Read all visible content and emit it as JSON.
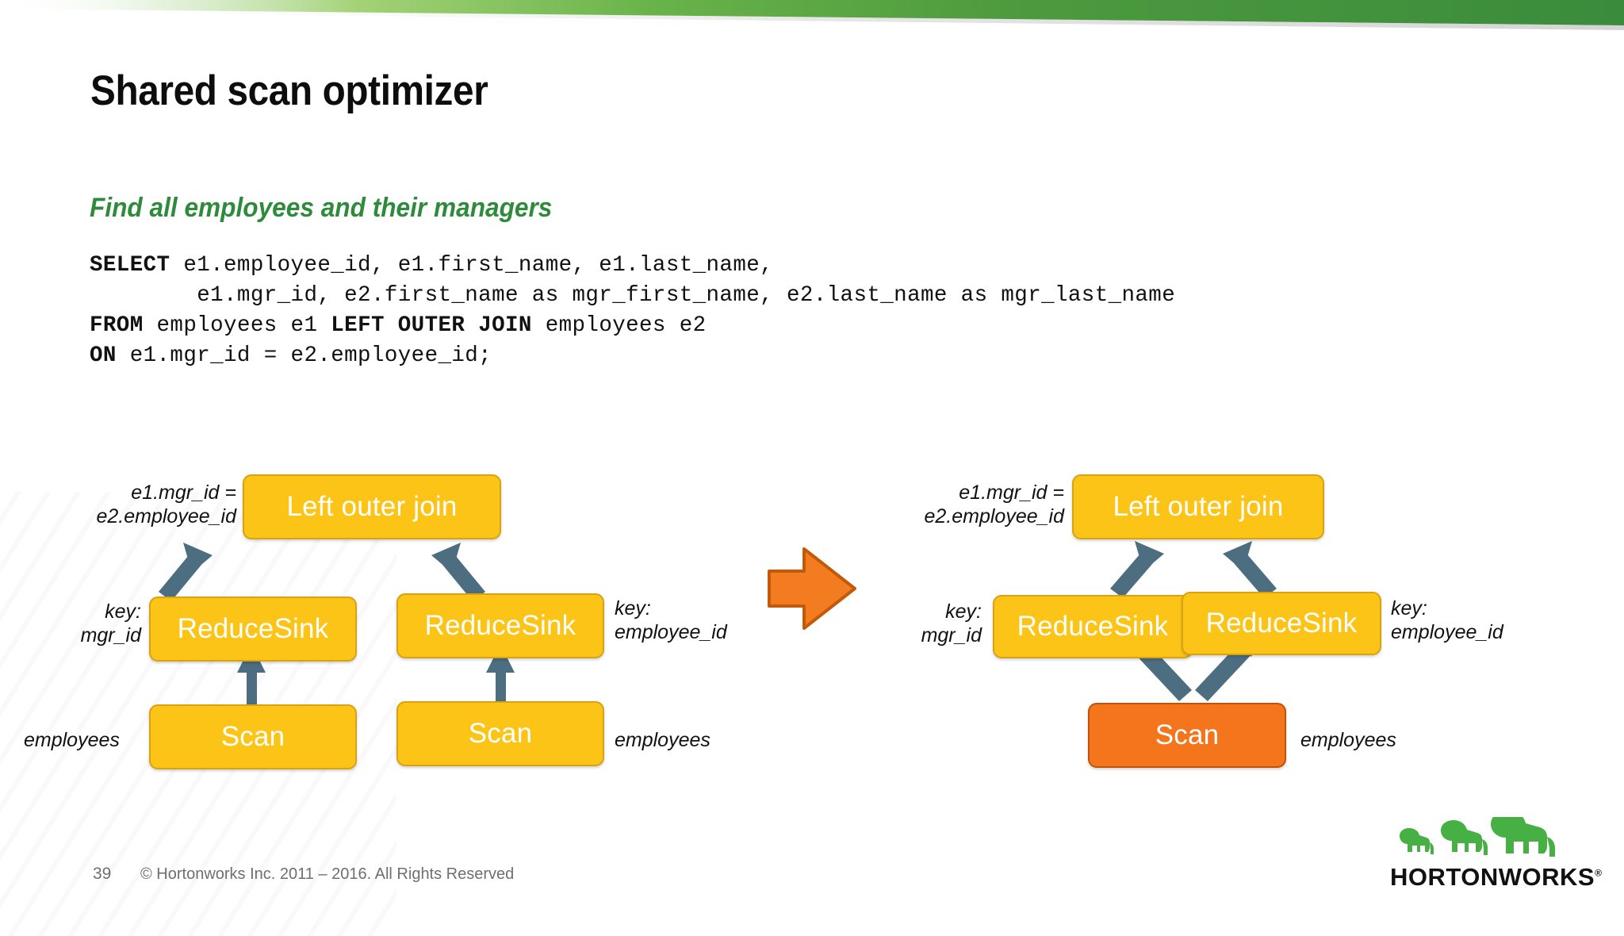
{
  "slide": {
    "title": "Shared scan optimizer",
    "subtitle": "Find all employees and their managers"
  },
  "sql": {
    "line1_kw": "SELECT",
    "line1_rest": " e1.employee_id, e1.first_name, e1.last_name,",
    "line2": "        e1.mgr_id, e2.first_name as mgr_first_name, e2.last_name as mgr_last_name",
    "line3_kw": "FROM",
    "line3_mid": " employees e1 ",
    "line3_kw2": "LEFT OUTER JOIN",
    "line3_rest": " employees e2",
    "line4_kw": "ON",
    "line4_rest": " e1.mgr_id = e2.employee_id;"
  },
  "diagram_left": {
    "caption_join": "Left outer join",
    "label_join_cond_l1": "e1.mgr_id =",
    "label_join_cond_l2": "e2.employee_id",
    "reduce_sink_left": "ReduceSink",
    "reduce_sink_right": "ReduceSink",
    "key_left_l1": "key:",
    "key_left_l2": "mgr_id",
    "key_right_l1": "key:",
    "key_right_l2": "employee_id",
    "scan_left": "Scan",
    "scan_right": "Scan",
    "table_left": "employees",
    "table_right": "employees"
  },
  "diagram_right": {
    "caption_join": "Left outer join",
    "label_join_cond_l1": "e1.mgr_id =",
    "label_join_cond_l2": "e2.employee_id",
    "reduce_sink_left": "ReduceSink",
    "reduce_sink_right": "ReduceSink",
    "key_left_l1": "key:",
    "key_left_l2": "mgr_id",
    "key_right_l1": "key:",
    "key_right_l2": "employee_id",
    "scan_shared": "Scan",
    "table_shared": "employees"
  },
  "footer": {
    "page_number": "39",
    "copyright": "© Hortonworks Inc. 2011 – 2016. All Rights Reserved"
  },
  "logo": {
    "wordmark": "HORTONWORKS",
    "trademark": "®"
  },
  "colors": {
    "banner_green": "#3A8B3C",
    "subtitle_green": "#2E8B3C",
    "node_yellow": "#FCC417",
    "node_yellow_border": "#D9A212",
    "node_orange": "#F4751B",
    "node_orange_border": "#BF5408",
    "arrow_steel": "#4C6E80",
    "transition_orange": "#F47C20",
    "transition_orange_border": "#C35A09",
    "footer_gray": "#6F6F6F",
    "logo_green": "#46B045"
  }
}
